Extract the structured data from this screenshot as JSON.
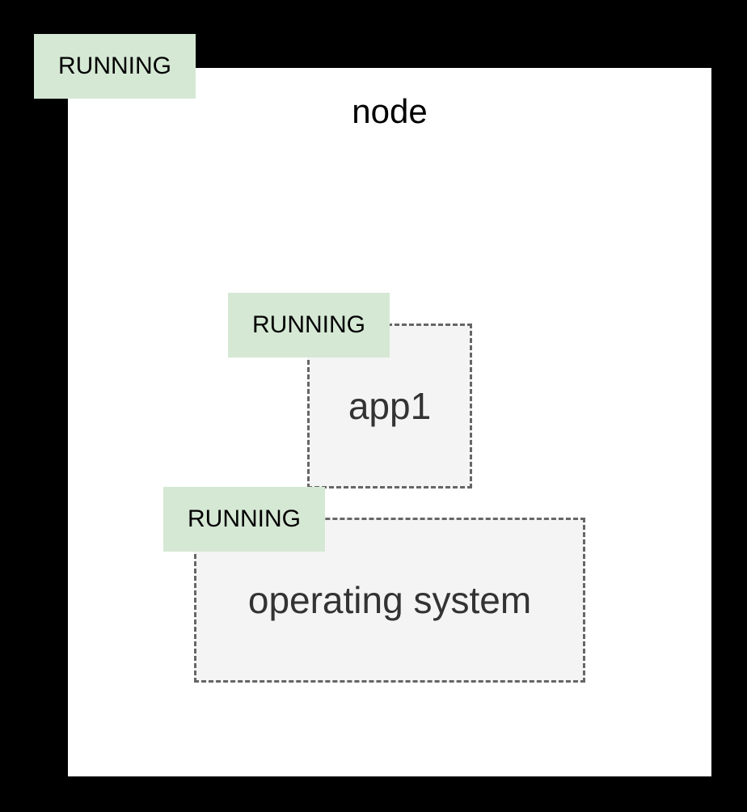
{
  "node": {
    "title": "node",
    "status": "RUNNING"
  },
  "app": {
    "label": "app1",
    "status": "RUNNING"
  },
  "os": {
    "label": "operating system",
    "status": "RUNNING"
  },
  "colors": {
    "background": "#000000",
    "node_fill": "#ffffff",
    "component_fill": "#f4f4f4",
    "component_border": "#666666",
    "status_badge_fill": "#d5e8d4"
  }
}
